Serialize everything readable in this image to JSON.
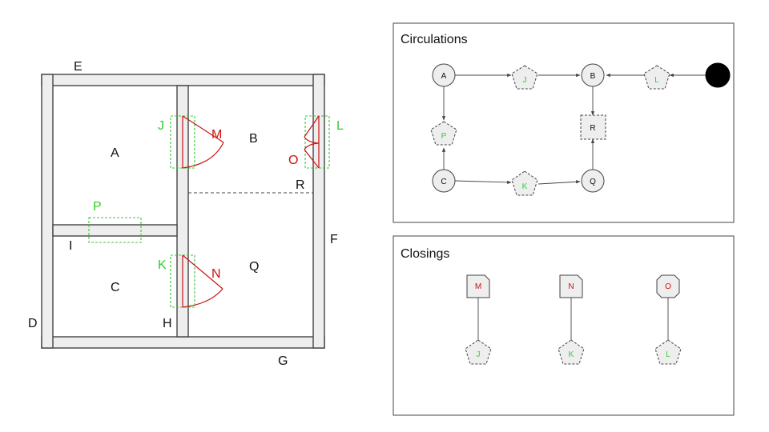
{
  "plan": {
    "outer_labels": {
      "E": "E",
      "D": "D",
      "F": "F",
      "G": "G",
      "H": "H",
      "I": "I"
    },
    "room_labels": {
      "A": "A",
      "B": "B",
      "C": "C",
      "Q": "Q",
      "R": "R"
    },
    "opening_labels": {
      "J": "J",
      "K": "K",
      "L": "L",
      "P": "P"
    },
    "door_labels": {
      "M": "M",
      "N": "N",
      "O": "O"
    }
  },
  "circulations": {
    "title": "Circulations",
    "nodes": {
      "A": "A",
      "J": "J",
      "B": "B",
      "L": "L",
      "P": "P",
      "R": "R",
      "C": "C",
      "K": "K",
      "Q": "Q"
    }
  },
  "closings": {
    "title": "Closings",
    "pairs": [
      {
        "door": "M",
        "opening": "J"
      },
      {
        "door": "N",
        "opening": "K"
      },
      {
        "door": "O",
        "opening": "L"
      }
    ]
  },
  "colors": {
    "opening": "#33cc33",
    "door": "#cc1111",
    "text": "#111111",
    "node_fill": "#eeeeee"
  }
}
